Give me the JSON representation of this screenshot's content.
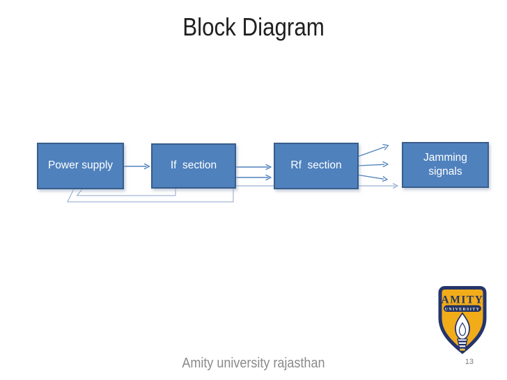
{
  "slide": {
    "title": "Block Diagram",
    "footer": "Amity university rajasthan",
    "page_number": "13"
  },
  "diagram": {
    "blocks": [
      {
        "id": "power-supply",
        "label": "Power supply"
      },
      {
        "id": "if-section",
        "label": "If  section"
      },
      {
        "id": "rf-section",
        "label": "Rf  section"
      },
      {
        "id": "jamming-signals",
        "label": "Jamming\nsignals"
      }
    ],
    "connections": [
      {
        "from": "power-supply",
        "to": "if-section",
        "type": "arrow"
      },
      {
        "from": "if-section",
        "to": "rf-section",
        "type": "arrow-upper"
      },
      {
        "from": "if-section",
        "to": "rf-section",
        "type": "arrow-lower"
      },
      {
        "from": "if-section",
        "to": "jamming-signals",
        "type": "thin-arrow-passing-behind-rf-section"
      },
      {
        "from": "rf-section",
        "to": "jamming-signals",
        "type": "fan-arrow-up"
      },
      {
        "from": "rf-section",
        "to": "jamming-signals",
        "type": "fan-arrow-middle"
      },
      {
        "from": "rf-section",
        "to": "jamming-signals",
        "type": "fan-arrow-down"
      },
      {
        "from": "if-section",
        "to": "power-supply",
        "type": "feedback-line-inner"
      },
      {
        "from": "if-section",
        "to": "power-supply",
        "type": "feedback-line-outer"
      }
    ]
  },
  "logo": {
    "name": "Amity University crest",
    "line1": "AMITY",
    "line2": "UNIVERSITY"
  },
  "colors": {
    "block_fill": "#4f81bd",
    "block_border": "#385d8a",
    "block_text": "#ffffff",
    "arrow": "#4f81bd",
    "thin_line": "#8ea6cc",
    "title_text": "#1f1f1f",
    "footer_text": "#8a8a8a",
    "page_number_text": "#7d7d7d",
    "logo_gold": "#f2ac19",
    "logo_navy": "#25346b"
  }
}
